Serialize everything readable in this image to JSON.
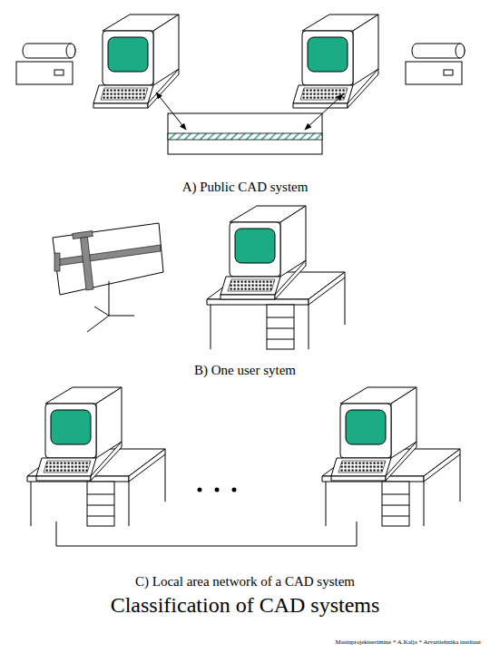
{
  "diagram": {
    "title": "Classification of CAD systems",
    "labels": [
      "A) Public CAD system",
      "B) One user sytem",
      "C) Local area network of a CAD system",
      "Masinprojekteerimine * A.Kalja * Arvutitehnika instituut"
    ]
  }
}
